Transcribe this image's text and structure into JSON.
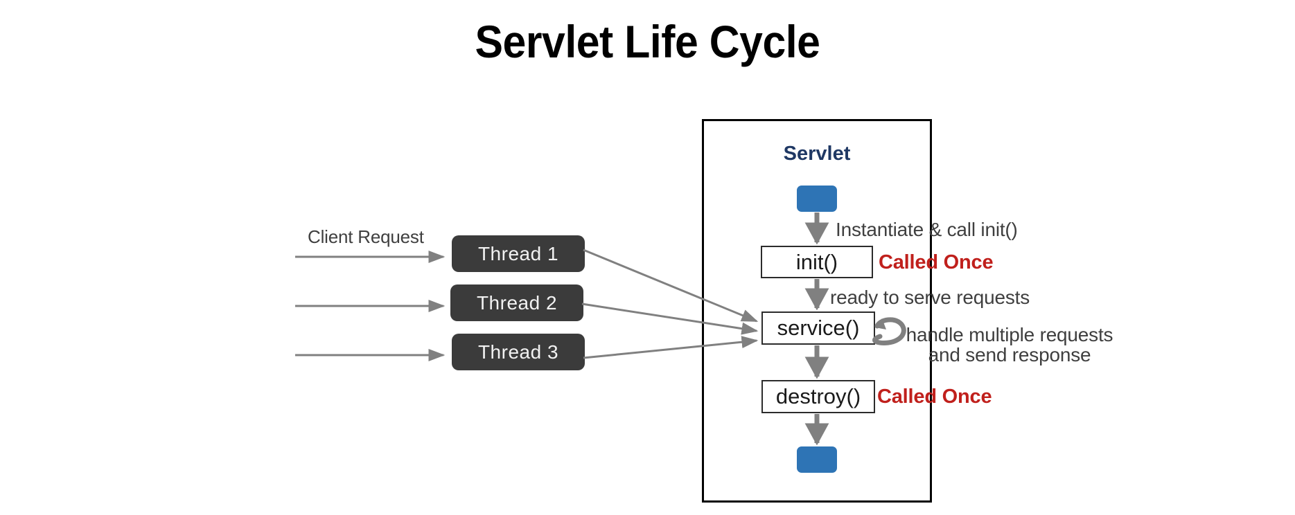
{
  "page": {
    "title": "Servlet Life Cycle",
    "background_color": "#ffffff"
  },
  "colors": {
    "title_text": "#000000",
    "servlet_label": "#1F3864",
    "blue_chip": "#2E74B5",
    "thread_box": "#3B3B3B",
    "thread_text": "#F2F2F2",
    "called_once_red": "#C0201C",
    "annotation_gray": "#3F3F3F",
    "arrow_gray": "#808080",
    "container_border": "#000000",
    "method_box_border": "#2B2B2B"
  },
  "client": {
    "request_label": "Client Request",
    "arrow_count": 3
  },
  "threads": [
    {
      "label": "Thread 1"
    },
    {
      "label": "Thread 2"
    },
    {
      "label": "Thread 3"
    }
  ],
  "servlet": {
    "title": "Servlet",
    "lifecycle": [
      {
        "node": "start-chip",
        "type": "chip",
        "label": ""
      },
      {
        "node": "init",
        "type": "method",
        "label": "init()",
        "note": "Called Once",
        "incoming_label": "Instantiate & call init()"
      },
      {
        "node": "service",
        "type": "method",
        "label": "service()",
        "incoming_label": "ready to serve requests",
        "loop_label_line1": "handle multiple requests",
        "loop_label_line2": "and send response"
      },
      {
        "node": "destroy",
        "type": "method",
        "label": "destroy()",
        "note": "Called Once"
      },
      {
        "node": "end-chip",
        "type": "chip",
        "label": ""
      }
    ]
  },
  "annotations": {
    "instantiate": "Instantiate & call init()",
    "ready": "ready to serve requests",
    "handle_line1": "handle multiple requests",
    "handle_line2": "and send response",
    "called_once_init": "Called Once",
    "called_once_destroy": "Called Once"
  },
  "icons": {
    "loop_arrow": "loop-arrow-icon",
    "flow_arrow": "arrow-down-icon",
    "request_arrow": "arrow-right-icon"
  }
}
